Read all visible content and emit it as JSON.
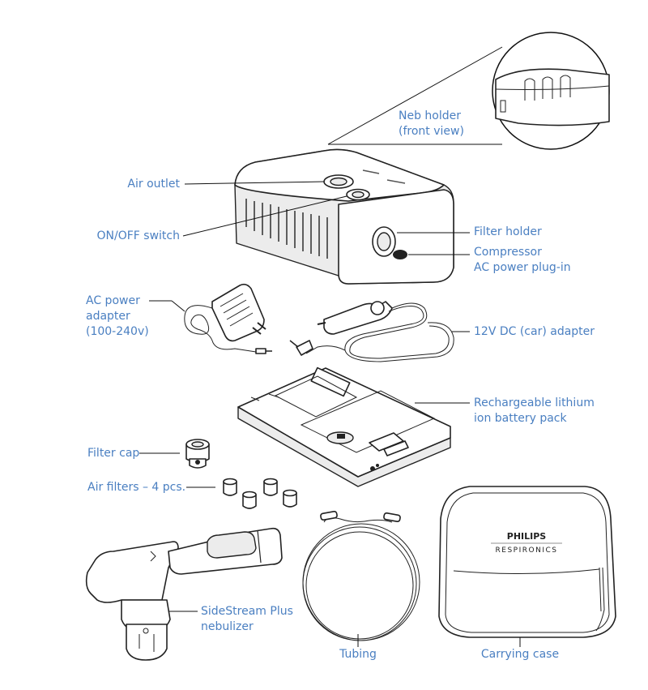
{
  "labels": {
    "neb_holder_1": "Neb holder",
    "neb_holder_2": "(front view)",
    "air_outlet": "Air outlet",
    "on_off": "ON/OFF switch",
    "filter_holder": "Filter holder",
    "compressor_1": "Compressor",
    "compressor_2": "AC power plug-in",
    "ac_power_1": "AC power",
    "ac_power_2": "adapter",
    "ac_power_3": "(100-240v)",
    "dc_adapter": "12V DC (car) adapter",
    "battery_1": "Rechargeable lithium",
    "battery_2": "ion battery pack",
    "filter_cap": "Filter cap",
    "air_filters": "Air filters – 4 pcs.",
    "nebulizer_1": "SideStream Plus",
    "nebulizer_2": "nebulizer",
    "tubing": "Tubing",
    "carrying_case": "Carrying case"
  },
  "brand": {
    "name": "PHILIPS",
    "sub": "RESPIRONICS"
  },
  "colors": {
    "label_text": "#4a7fc1",
    "line": "#111111"
  }
}
